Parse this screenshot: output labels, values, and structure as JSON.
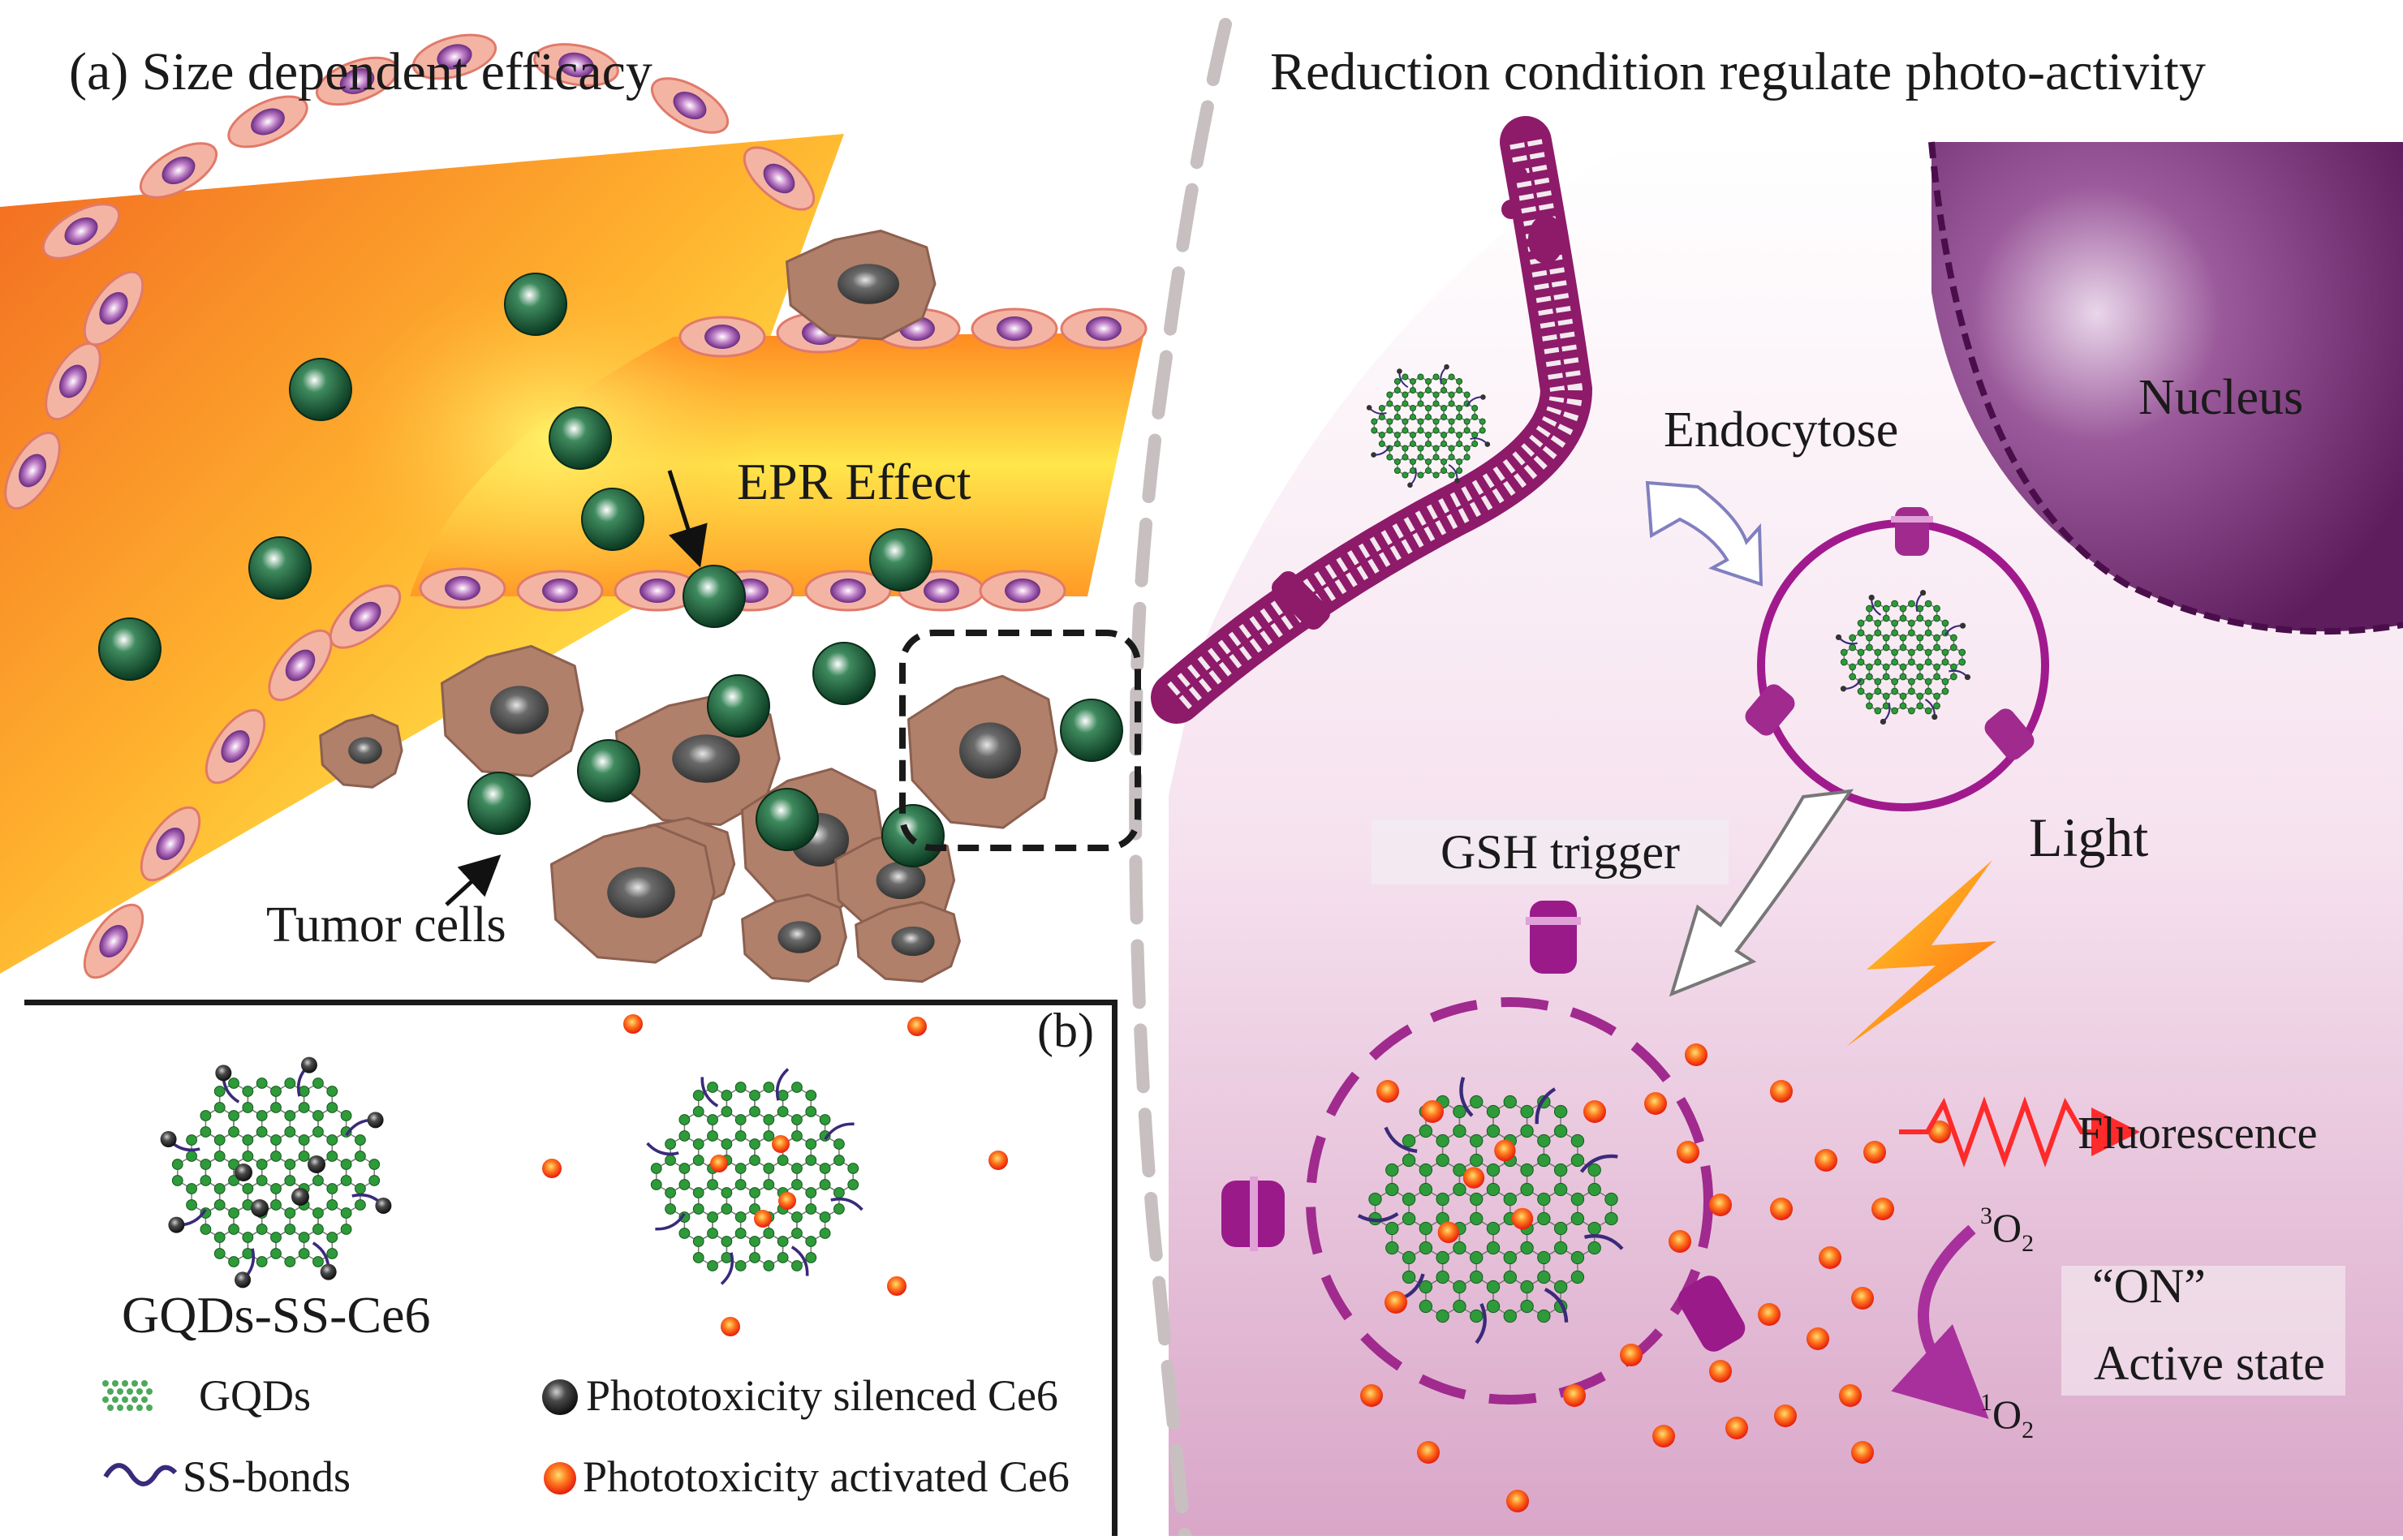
{
  "panel_a": {
    "title": "(a) Size dependent efficacy",
    "epr_label": "EPR Effect",
    "tumor_label": "Tumor cells"
  },
  "panel_b": {
    "tag": "(b)",
    "conjugate_label": "GQDs-SS-Ce6",
    "legend": {
      "gqds": "GQDs",
      "ss_bonds": "SS-bonds",
      "silenced": "Phototoxicity silenced Ce6",
      "activated": "Phototoxicity activated Ce6"
    }
  },
  "panel_right": {
    "title": "Reduction condition regulate photo-activity",
    "nucleus": "Nucleus",
    "endocytose": "Endocytose",
    "gsh": "GSH trigger",
    "light": "Light",
    "fluorescence": "Fluorescence",
    "triplet_o2": "O",
    "triplet_o2_sup": "3",
    "triplet_o2_sub": "2",
    "singlet_o2": "O",
    "singlet_o2_sup": "1",
    "singlet_o2_sub": "2",
    "on_state": "“ON”",
    "active_state": "Active state"
  },
  "colors": {
    "vessel_outer": "#f07f2a",
    "vessel_inner": "#ffe84a",
    "tumor_cell": "#b0806a",
    "gqd_particle": "#0f4a2e",
    "membrane": "#8e1a6a",
    "nucleus": "#7a3a7a",
    "ce6_active": "#ff3a10"
  }
}
